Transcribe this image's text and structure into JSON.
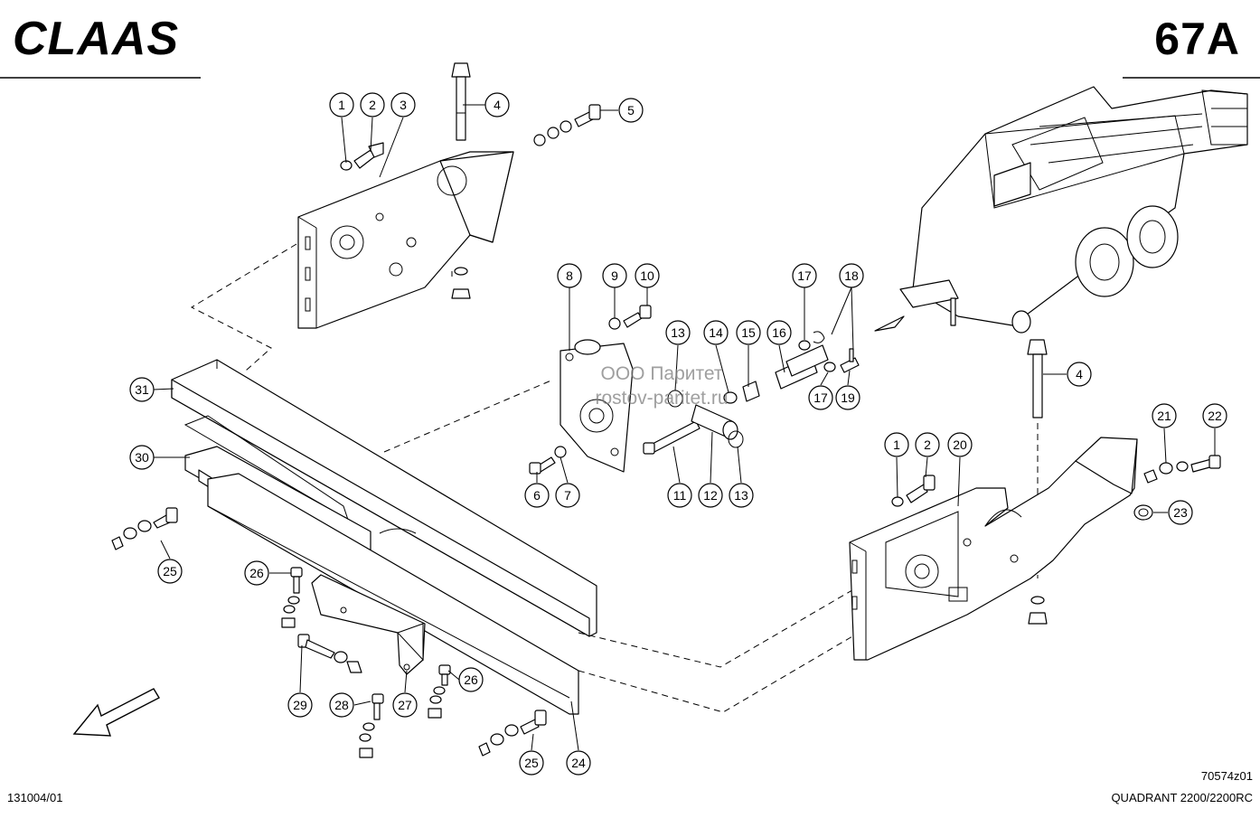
{
  "header": {
    "brand": "CLAAS",
    "page_number": "67A"
  },
  "footer": {
    "catalog_code": "131004/01",
    "drawing_number": "70574z01",
    "model": "QUADRANT 2200/2200RC"
  },
  "watermark": {
    "line1": "ООО Паритет",
    "line2": "rostov-paritet.ru"
  },
  "callouts": [
    "1",
    "2",
    "3",
    "4",
    "5",
    "6",
    "7",
    "8",
    "9",
    "10",
    "11",
    "12",
    "13",
    "14",
    "15",
    "16",
    "17",
    "18",
    "19",
    "20",
    "21",
    "22",
    "23",
    "24",
    "25",
    "26",
    "27",
    "28",
    "29",
    "30",
    "31"
  ],
  "colors": {
    "ink": "#000000",
    "paper": "#ffffff",
    "watermark": "#7f7f7f"
  }
}
